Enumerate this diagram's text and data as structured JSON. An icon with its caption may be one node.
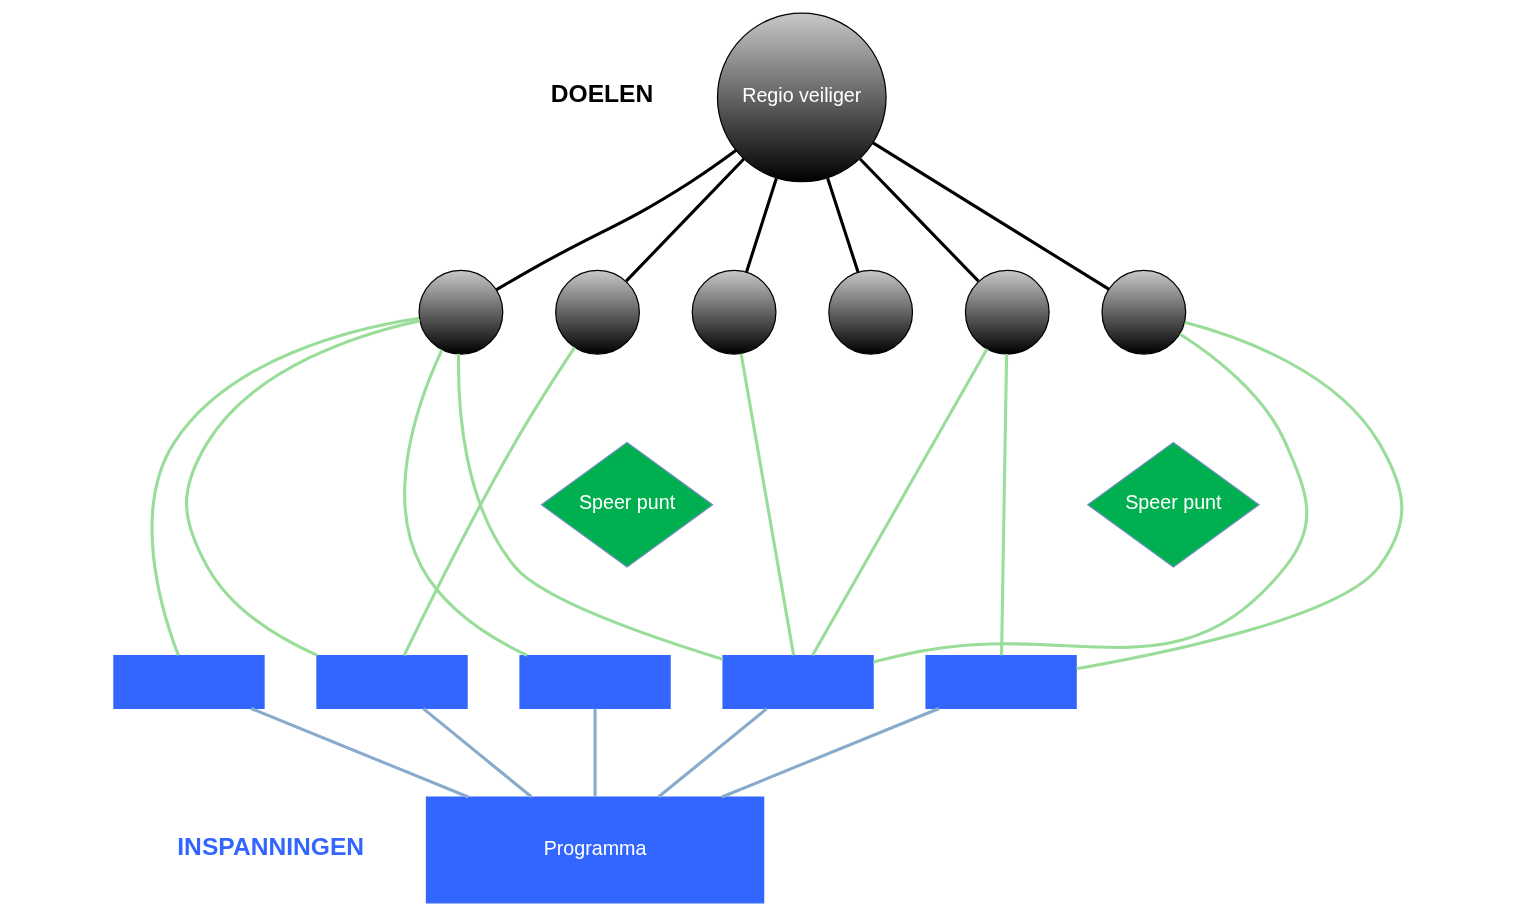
{
  "diagram": {
    "nodes": [
      {
        "text": [
          "Regio veiliger"
        ]
      },
      {
        "text": [],
        "shape": "circle"
      },
      {
        "text": [],
        "shape": "circle"
      },
      {
        "text": [],
        "shape": "circle"
      },
      {
        "text": [],
        "shape": "circle"
      },
      {
        "text": [],
        "shape": "circle"
      },
      {
        "text": [],
        "shape": "circle"
      },
      {
        "text": [
          "Speer punt"
        ]
      },
      {
        "text": [
          "Speer punt"
        ]
      },
      {
        "text": [],
        "shape": "box"
      },
      {
        "text": [],
        "shape": "box"
      },
      {
        "text": [],
        "shape": "box"
      },
      {
        "text": [],
        "shape": "box"
      },
      {
        "text": [],
        "shape": "box"
      },
      {
        "text": [
          "Programma"
        ]
      }
    ],
    "edges": [
      {
        "from": 0,
        "to": 1,
        "arrow": "none",
        "color": "#000000"
      },
      {
        "from": 0,
        "to": 2,
        "arrow": "none",
        "color": "#000000"
      },
      {
        "from": 0,
        "to": 3,
        "arrow": "none",
        "color": "#000000"
      },
      {
        "from": 0,
        "to": 4,
        "arrow": "none",
        "color": "#000000"
      },
      {
        "from": 0,
        "to": 5,
        "arrow": "none",
        "color": "#000000"
      },
      {
        "from": 0,
        "to": 6,
        "arrow": "none",
        "color": "#000000"
      },
      {
        "from": 1,
        "to": 9,
        "arrow": "none"
      },
      {
        "from": 1,
        "to": 10,
        "arrow": "none"
      },
      {
        "from": 1,
        "to": 11,
        "arrow": "none"
      },
      {
        "from": 1,
        "to": 12,
        "arrow": "none"
      },
      {
        "from": 2,
        "to": 10,
        "arrow": "none"
      },
      {
        "from": 3,
        "to": 12,
        "arrow": "none"
      },
      {
        "from": 5,
        "to": 12,
        "arrow": "none"
      },
      {
        "from": 5,
        "to": 13,
        "arrow": "none"
      },
      {
        "from": 6,
        "to": 12,
        "arrow": "none"
      },
      {
        "from": 6,
        "to": 13,
        "arrow": "none"
      },
      {
        "from": 9,
        "to": 14,
        "arrow": "none",
        "color": "#88aacc"
      },
      {
        "from": 10,
        "to": 14,
        "arrow": "none",
        "color": "#88aacc"
      },
      {
        "from": 11,
        "to": 14,
        "arrow": "none",
        "color": "#88aacc"
      },
      {
        "from": 12,
        "to": 14,
        "arrow": "none",
        "color": "#88aacc"
      },
      {
        "from": 13,
        "to": 14,
        "arrow": "none",
        "color": "#88aacc"
      }
    ],
    "labels": [
      "DOELEN",
      "INSPANNINGEN"
    ]
  }
}
